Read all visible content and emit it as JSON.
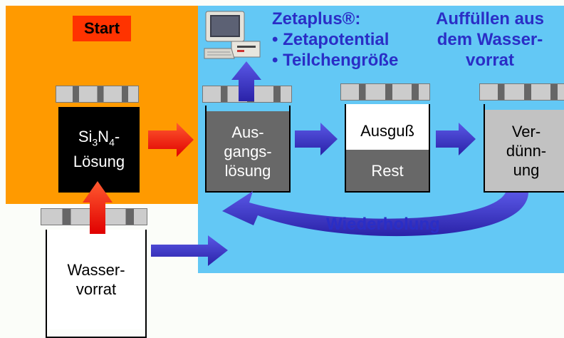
{
  "colors": {
    "start_background": "#ff9a00",
    "work_background": "#63c8f5",
    "start_label": "#ff3300",
    "heading_text": "#2a2ec6",
    "arrow_red": "#ff2200",
    "arrow_blue": "#3a35c8"
  },
  "start_label": "Start",
  "device": {
    "icon": "computer-icon",
    "title": "Zetaplus®:",
    "bullets": [
      "• Zetapotential",
      "• Teilchengröße"
    ]
  },
  "refill_note": "Auffüllen aus\ndem Wasser-\nvorrat",
  "containers": {
    "si3n4": {
      "prefix": "Si",
      "sub1": "3",
      "mid": "N",
      "sub2": "4",
      "suffix": "-",
      "line2": "Lösung"
    },
    "ausgang": "Aus-\ngangs-\nlösung",
    "ausguss": "Ausguß",
    "rest": "Rest",
    "verduennung": "Ver-\ndünn-\nung",
    "wasser": "Wasser-\nvorrat"
  },
  "loop_label": "Wiederholung"
}
